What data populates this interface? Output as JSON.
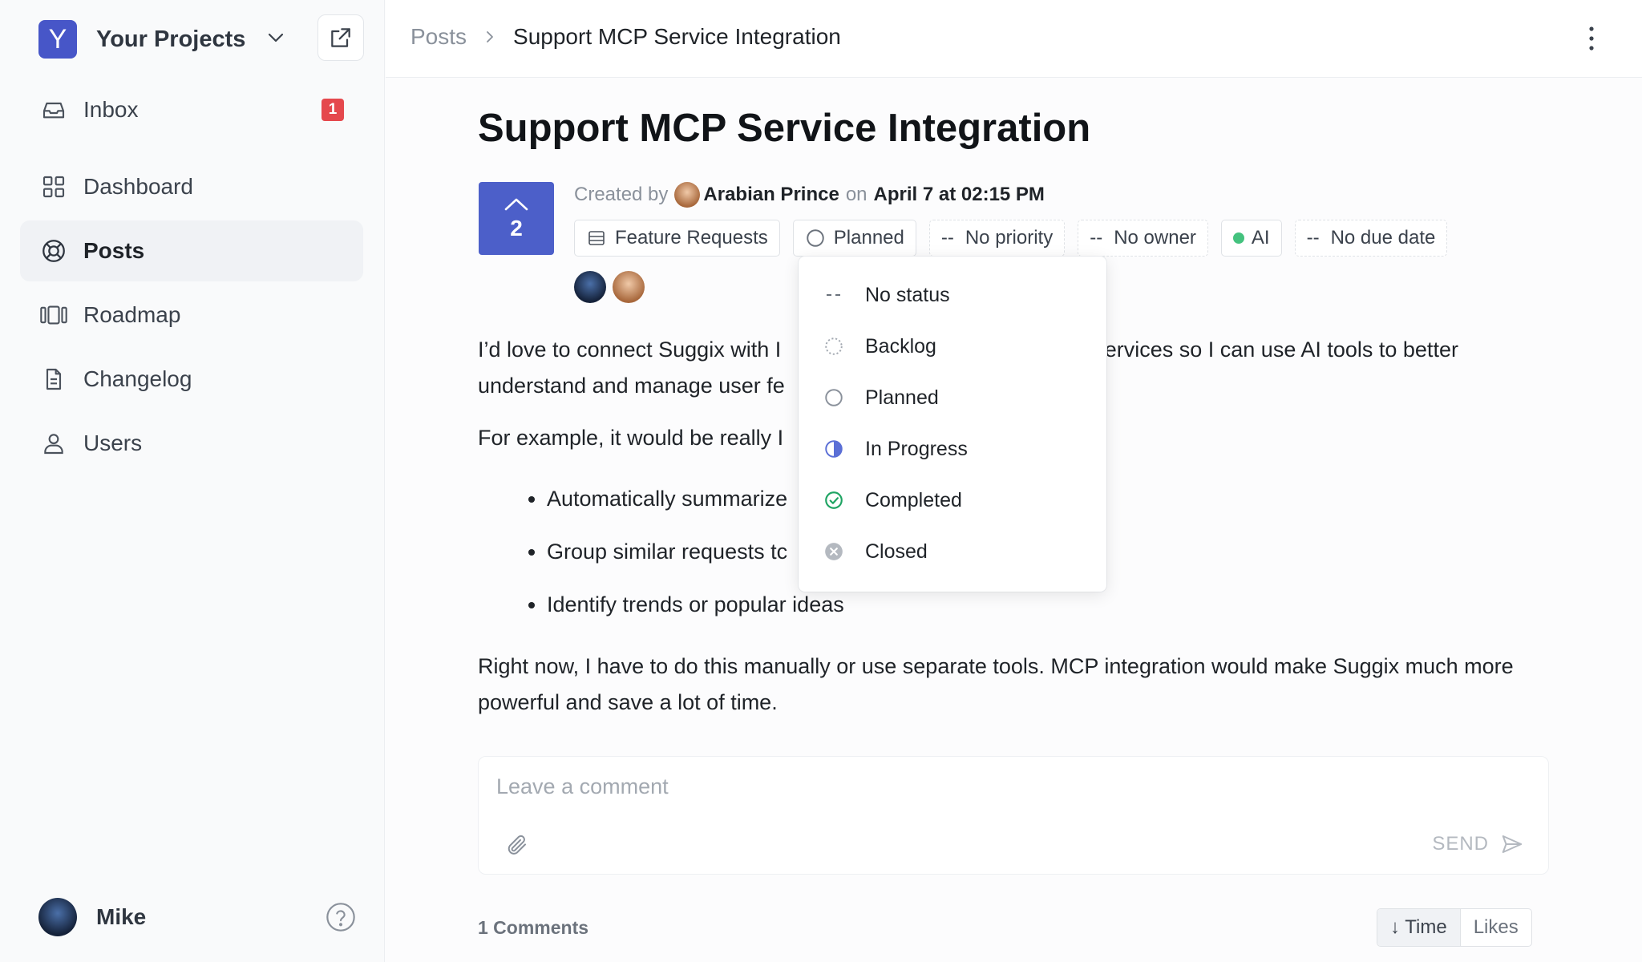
{
  "sidebar": {
    "project_logo_letter": "Y",
    "project_name": "Your Projects",
    "items": [
      {
        "label": "Inbox",
        "icon": "inbox-icon",
        "badge": "1"
      },
      {
        "label": "Dashboard",
        "icon": "grid-icon"
      },
      {
        "label": "Posts",
        "icon": "lifebuoy-icon",
        "active": true
      },
      {
        "label": "Roadmap",
        "icon": "columns-icon"
      },
      {
        "label": "Changelog",
        "icon": "document-icon"
      },
      {
        "label": "Users",
        "icon": "user-icon"
      }
    ],
    "user_name": "Mike"
  },
  "header": {
    "breadcrumb_root": "Posts",
    "breadcrumb_current": "Support MCP Service Integration"
  },
  "post": {
    "title": "Support MCP Service Integration",
    "votes": "2",
    "created_by_label": "Created by",
    "author": "Arabian Prince",
    "on_label": "on",
    "date": "April 7 at 02:15 PM",
    "chips": {
      "board": "Feature Requests",
      "status": "Planned",
      "priority": "No priority",
      "owner": "No owner",
      "ai": "AI",
      "due": "No due date",
      "dash": "--"
    },
    "paragraph1a": "I’d love to connect Suggix with I",
    "paragraph1b": "services so I can use AI tools to better understand and manage user fe",
    "paragraph2": "For example, it would be really I",
    "bullets": [
      "Automatically summarize",
      "Group similar requests tc",
      "Identify trends or popular ideas"
    ],
    "paragraph3": "Right now, I have to do this manually or use separate tools. MCP integration would make Suggix much more powerful and save a lot of time."
  },
  "comment": {
    "placeholder": "Leave a comment",
    "send_label": "SEND",
    "count_label": "1 Comments",
    "sort_time": "↓ Time",
    "sort_likes": "Likes"
  },
  "status_menu": {
    "options": [
      {
        "label": "No status",
        "icon": "dash-icon"
      },
      {
        "label": "Backlog",
        "icon": "dotted-circle-icon"
      },
      {
        "label": "Planned",
        "icon": "circle-icon"
      },
      {
        "label": "In Progress",
        "icon": "half-circle-icon"
      },
      {
        "label": "Completed",
        "icon": "check-circle-icon"
      },
      {
        "label": "Closed",
        "icon": "x-circle-icon"
      }
    ]
  },
  "colors": {
    "accent": "#4c5fc9",
    "badge": "#e5484d",
    "ai_dot": "#44c27e",
    "completed": "#1fa463",
    "in_progress": "#5b6fd6"
  }
}
